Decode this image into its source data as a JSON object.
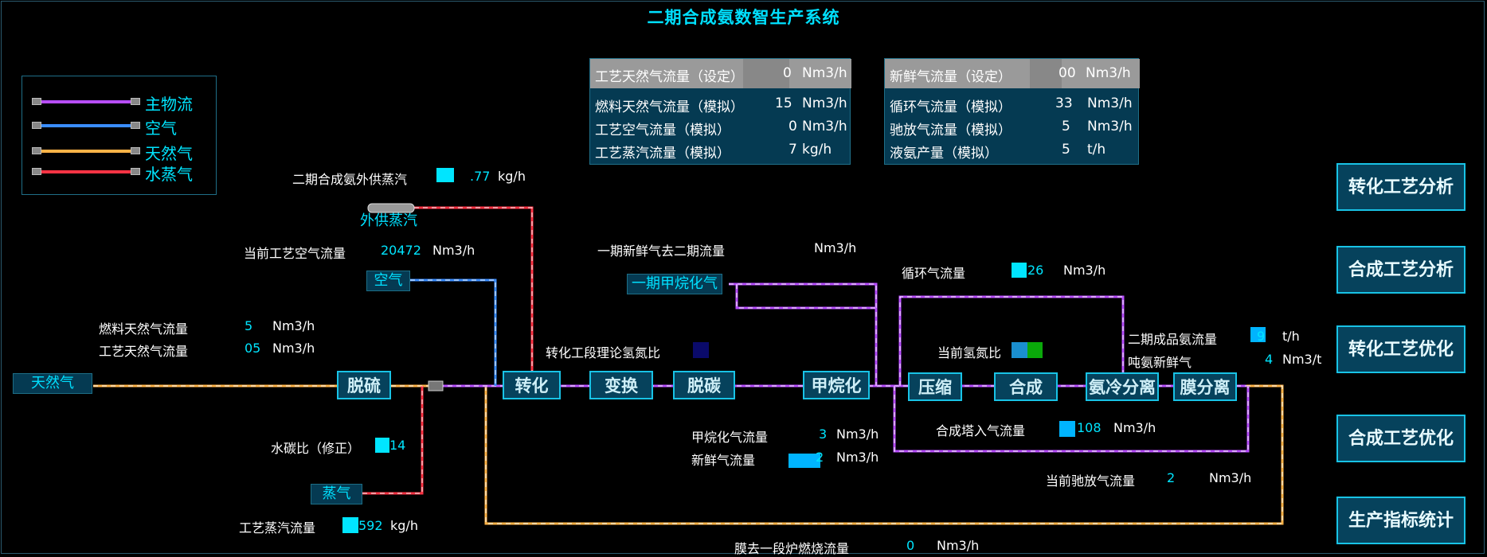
{
  "title": "二期合成氨数智生产系统",
  "legend": [
    {
      "label": "主物流",
      "color": "#b84dff"
    },
    {
      "label": "空气",
      "color": "#3a8dff"
    },
    {
      "label": "天然气",
      "color": "#ffb347"
    },
    {
      "label": "水蒸气",
      "color": "#ff3344"
    }
  ],
  "panel_left": {
    "header": {
      "label": "工艺天然气流量（设定）",
      "value": "0",
      "unit": "Nm3/h"
    },
    "rows": [
      {
        "label": "燃料天然气流量（模拟）",
        "value": "15",
        "unit": "Nm3/h"
      },
      {
        "label": "工艺空气流量（模拟）",
        "value": "0",
        "unit": "Nm3/h"
      },
      {
        "label": "工艺蒸汽流量（模拟）",
        "value": "7",
        "unit": "kg/h"
      }
    ]
  },
  "panel_right": {
    "header": {
      "label": "新鲜气流量（设定）",
      "value": "00",
      "unit": "Nm3/h"
    },
    "rows": [
      {
        "label": "循环气流量（模拟）",
        "value": "33",
        "unit": "Nm3/h"
      },
      {
        "label": "驰放气流量（模拟）",
        "value": "5",
        "unit": "Nm3/h"
      },
      {
        "label": "液氨产量（模拟）",
        "value": "5",
        "unit": "t/h"
      }
    ]
  },
  "readouts": {
    "steam_export": {
      "label": "二期合成氨外供蒸汽",
      "value": ".77",
      "unit": "kg/h"
    },
    "air_flow": {
      "label": "当前工艺空气流量",
      "value": "20472",
      "unit": "Nm3/h"
    },
    "fresh_from_phase1": {
      "label": "一期新鲜气去二期流量",
      "value": "",
      "unit": "Nm3/h"
    },
    "recycle_flow": {
      "label": "循环气流量",
      "value": "26",
      "unit": "Nm3/h"
    },
    "fuel_gas": {
      "label": "燃料天然气流量",
      "value": "5",
      "unit": "Nm3/h"
    },
    "process_gas": {
      "label": "工艺天然气流量",
      "value": "05",
      "unit": "Nm3/h"
    },
    "h2n2_theory": {
      "label": "转化工段理论氢氮比",
      "value": ""
    },
    "h2n2_current": {
      "label": "当前氢氮比",
      "value": ""
    },
    "product_ammonia": {
      "label": "二期成品氨流量",
      "value": "9",
      "unit": "t/h"
    },
    "fresh_per_ton": {
      "label": "吨氨新鲜气",
      "value": "4",
      "unit": "Nm3/t"
    },
    "steam_carbon": {
      "label": "水碳比（修正）",
      "value": "14"
    },
    "methanation_flow": {
      "label": "甲烷化气流量",
      "value": "3",
      "unit": "Nm3/h"
    },
    "fresh_gas": {
      "label": "新鲜气流量",
      "value": "2",
      "unit": "Nm3/h"
    },
    "synth_inlet": {
      "label": "合成塔入气流量",
      "value": "108",
      "unit": "Nm3/h"
    },
    "purge_flow": {
      "label": "当前驰放气流量",
      "value": "2",
      "unit": "Nm3/h"
    },
    "process_steam": {
      "label": "工艺蒸汽流量",
      "value": "592",
      "unit": "kg/h"
    },
    "membrane_fuel": {
      "label": "膜去一段炉燃烧流量",
      "value": "0",
      "unit": "Nm3/h"
    }
  },
  "tags": {
    "export_steam": "外供蒸汽",
    "air": "空气",
    "phase1_methanation": "一期甲烷化气",
    "natural_gas": "天然气",
    "steam": "蒸气"
  },
  "process_units": [
    "脱硫",
    "转化",
    "变换",
    "脱碳",
    "甲烷化",
    "压缩",
    "合成",
    "氨冷分离",
    "膜分离"
  ],
  "buttons": [
    "转化工艺分析",
    "合成工艺分析",
    "转化工艺优化",
    "合成工艺优化",
    "生产指标统计"
  ],
  "colors": {
    "main": "#b84dff",
    "air": "#3a8dff",
    "gas": "#ffb347",
    "steam": "#ff3344",
    "accent": "#00e5ff"
  }
}
